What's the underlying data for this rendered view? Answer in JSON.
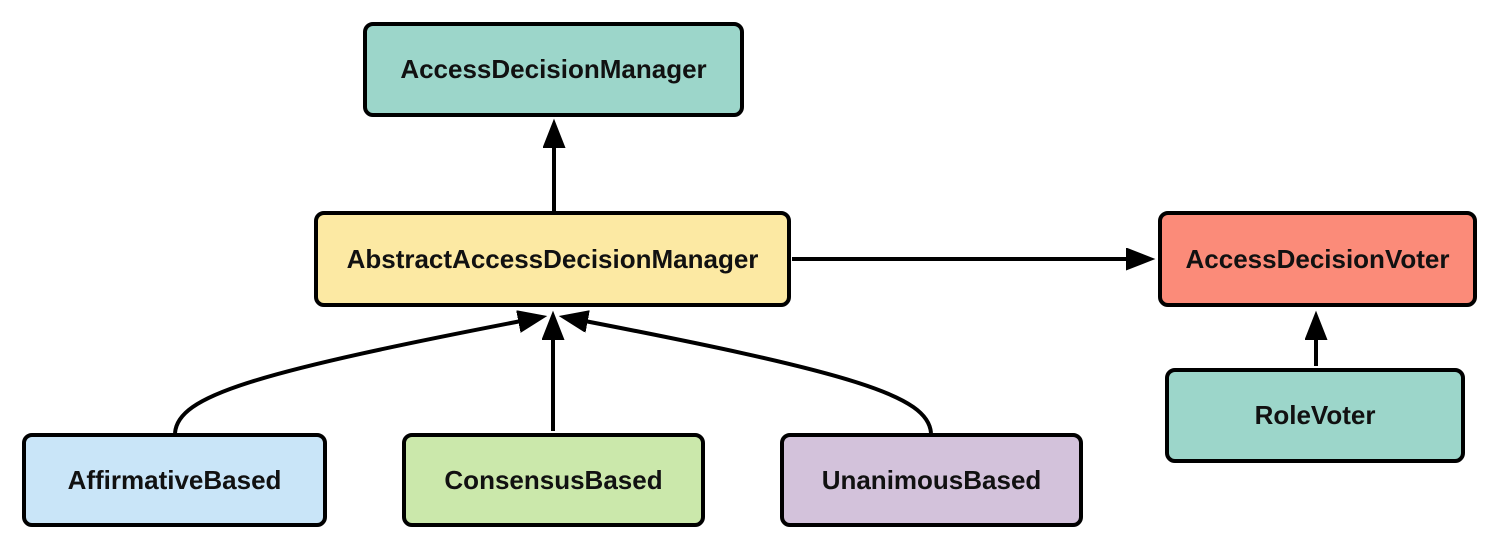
{
  "diagram": {
    "type": "class-inheritance-diagram",
    "colors": {
      "background": "#ffffff",
      "line": "#000000",
      "text": "#111111",
      "teal": "#9cd6ca",
      "yellow": "#fce9a3",
      "salmon": "#fb8b79",
      "blue": "#c9e5f8",
      "green": "#cbe8ab",
      "purple": "#d3c2db"
    },
    "nodes": [
      {
        "id": "accessDecisionManager",
        "label": "AccessDecisionManager",
        "color": "#9cd6ca"
      },
      {
        "id": "abstractAccessDecisionManager",
        "label": "AbstractAccessDecisionManager",
        "color": "#fce9a3"
      },
      {
        "id": "accessDecisionVoter",
        "label": "AccessDecisionVoter",
        "color": "#fb8b79"
      },
      {
        "id": "roleVoter",
        "label": "RoleVoter",
        "color": "#9cd6ca"
      },
      {
        "id": "affirmativeBased",
        "label": "AffirmativeBased",
        "color": "#c9e5f8"
      },
      {
        "id": "consensusBased",
        "label": "ConsensusBased",
        "color": "#cbe8ab"
      },
      {
        "id": "unanimousBased",
        "label": "UnanimousBased",
        "color": "#d3c2db"
      }
    ],
    "edges": [
      {
        "from": "AbstractAccessDecisionManager",
        "to": "AccessDecisionManager",
        "shape": "straight-up-arrow"
      },
      {
        "from": "AbstractAccessDecisionManager",
        "to": "AccessDecisionVoter",
        "shape": "straight-right-arrow"
      },
      {
        "from": "RoleVoter",
        "to": "AccessDecisionVoter",
        "shape": "straight-up-arrow"
      },
      {
        "from": "AffirmativeBased",
        "to": "AbstractAccessDecisionManager",
        "shape": "curved-arrow"
      },
      {
        "from": "ConsensusBased",
        "to": "AbstractAccessDecisionManager",
        "shape": "straight-up-arrow"
      },
      {
        "from": "UnanimousBased",
        "to": "AbstractAccessDecisionManager",
        "shape": "curved-arrow"
      }
    ]
  }
}
